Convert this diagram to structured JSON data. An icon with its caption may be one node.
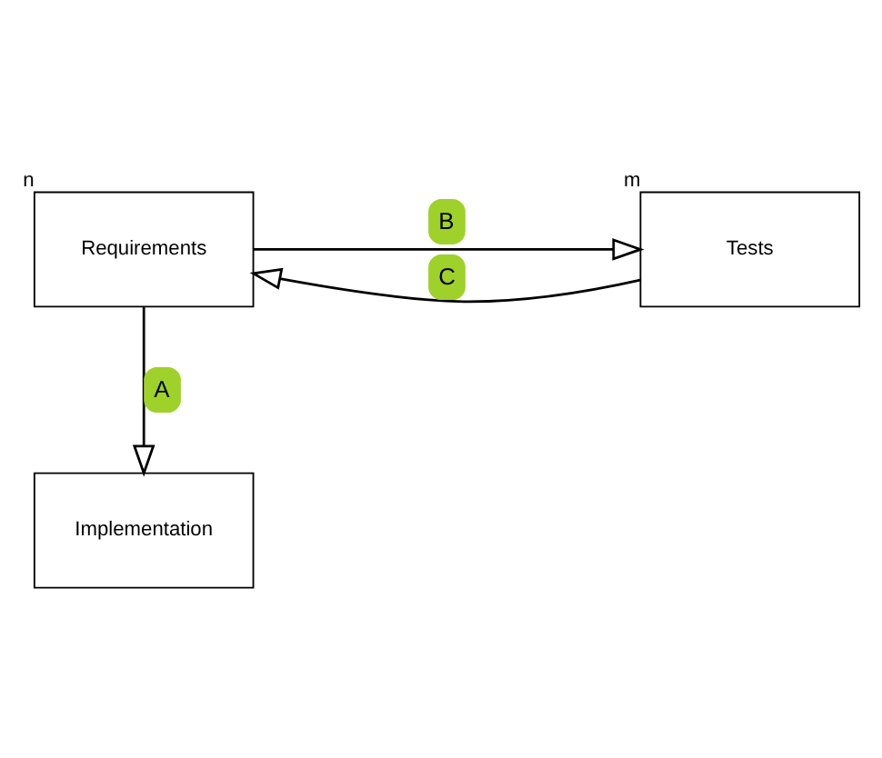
{
  "diagram": {
    "nodes": [
      {
        "text": [
          "Requirements"
        ],
        "beside": [
          "n"
        ]
      },
      {
        "text": [
          "Tests"
        ],
        "beside": [
          "m"
        ]
      },
      {
        "text": [
          "Implementation"
        ]
      }
    ],
    "edges": [
      {
        "from": 0,
        "to": 1,
        "arrow": "to",
        "label": "B"
      },
      {
        "from": 1,
        "to": 0,
        "arrow": "to",
        "label": "C"
      },
      {
        "from": 0,
        "to": 2,
        "arrow": "to",
        "label": "A"
      }
    ]
  }
}
